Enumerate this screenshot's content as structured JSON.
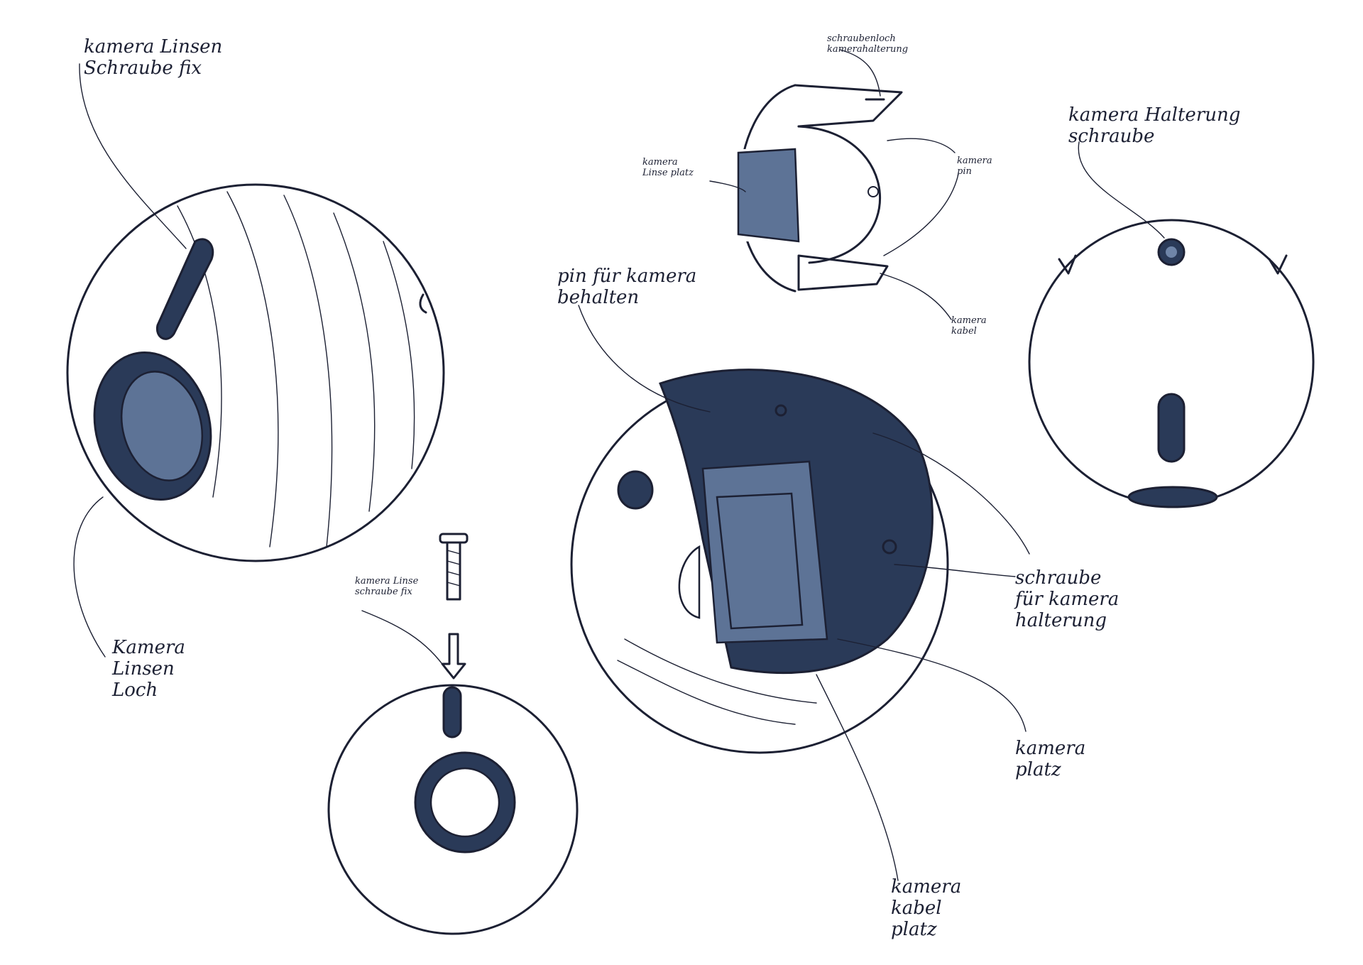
{
  "colors": {
    "ink": "#1c2033",
    "marker_light": "#aebbd3",
    "marker_mid": "#6f85a8",
    "marker_dark": "#2f4266",
    "paper": "#ffffff"
  },
  "labels": {
    "lens_screw_fix_top": "kamera Linsen\nSchraube fix",
    "lens_hole": "Kamera\nLinsen\nLoch",
    "section_screw_hole": "schraubenloch\nkamerahalterung",
    "section_lens_place": "kamera\nLinse platz",
    "section_pin": "kamera\npin",
    "section_cable": "kamera\nkabel",
    "holder_screw": "kamera Halterung\nschraube",
    "pin_hold": "pin für kamera\nbehalten",
    "screw_for_holder": "schraube\nfür kamera\nhalterung",
    "camera_place": "kamera\nplatz",
    "camera_cable_place": "kamera\nkabel\nplatz",
    "lens_screw_fix_bottom": "kamera Linse\nschraube fix"
  }
}
